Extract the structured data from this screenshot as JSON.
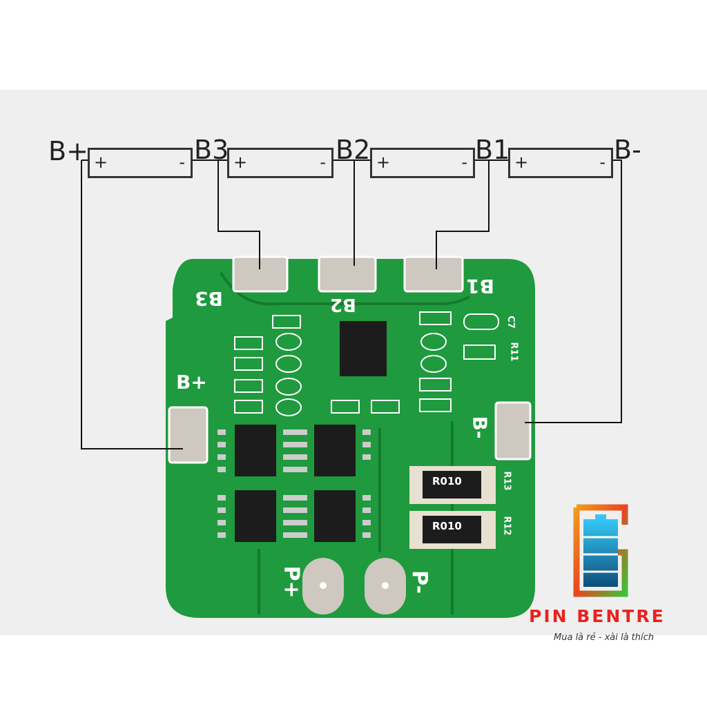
{
  "diagram": {
    "terminals": [
      "B+",
      "B3",
      "B2",
      "B1",
      "B-"
    ],
    "cells": [
      {
        "plus": "+",
        "minus": "-"
      },
      {
        "plus": "+",
        "minus": "-"
      },
      {
        "plus": "+",
        "minus": "-"
      },
      {
        "plus": "+",
        "minus": "-"
      }
    ]
  },
  "board": {
    "pad_labels": {
      "b3": "B3",
      "b2": "B2",
      "b1": "B1",
      "bplus": "B+",
      "bminus": "B-",
      "pplus": "P+",
      "pminus": "P-"
    },
    "resistor_marking_1": "R010",
    "resistor_marking_2": "R010",
    "ref_r13": "R13",
    "ref_r12": "R12",
    "ref_r11": "R11",
    "ref_c7": "C7"
  },
  "brand": {
    "name": "PIN BENTRE",
    "slogan": "Mua là rẻ - xài là thích"
  },
  "colors": {
    "pcb": "#1f9a3e",
    "pad": "#cfc8c0",
    "brand_red": "#e8231f"
  }
}
